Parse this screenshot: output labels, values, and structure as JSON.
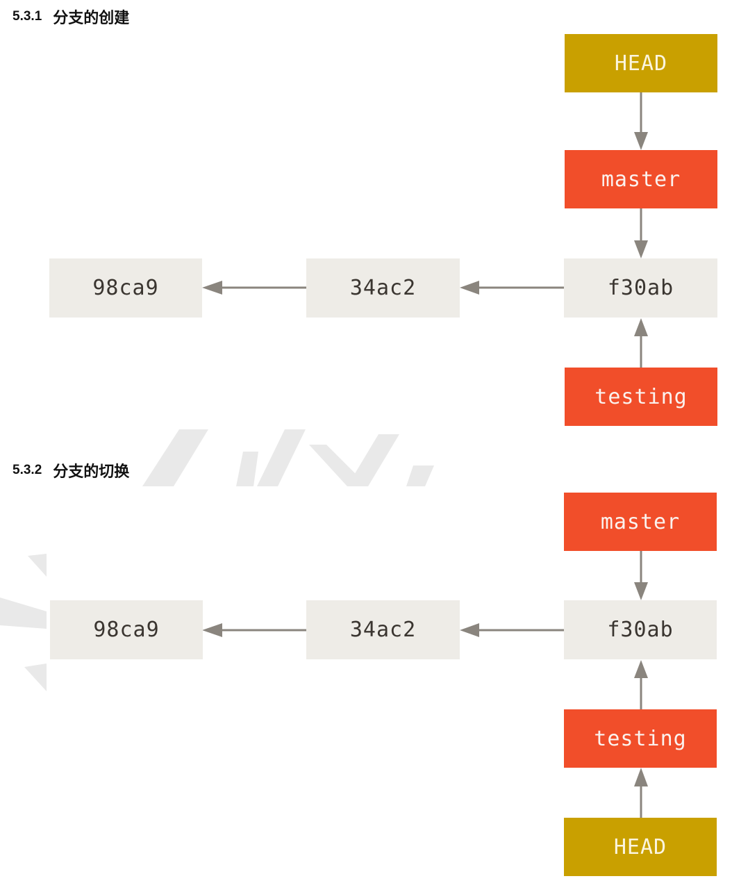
{
  "sections": [
    {
      "number": "5.3.1",
      "title": "分支的创建",
      "nodes": {
        "head": "HEAD",
        "master": "master",
        "commit_1": "98ca9",
        "commit_2": "34ac2",
        "commit_3": "f30ab",
        "testing": "testing"
      }
    },
    {
      "number": "5.3.2",
      "title": "分支的切换",
      "nodes": {
        "master": "master",
        "commit_1": "98ca9",
        "commit_2": "34ac2",
        "commit_3": "f30ab",
        "testing": "testing",
        "head": "HEAD"
      }
    }
  ],
  "colors": {
    "commit_fill": "#eeece7",
    "branch_fill": "#f14e2a",
    "head_fill": "#c9a000",
    "arrow": "#8a857e"
  }
}
